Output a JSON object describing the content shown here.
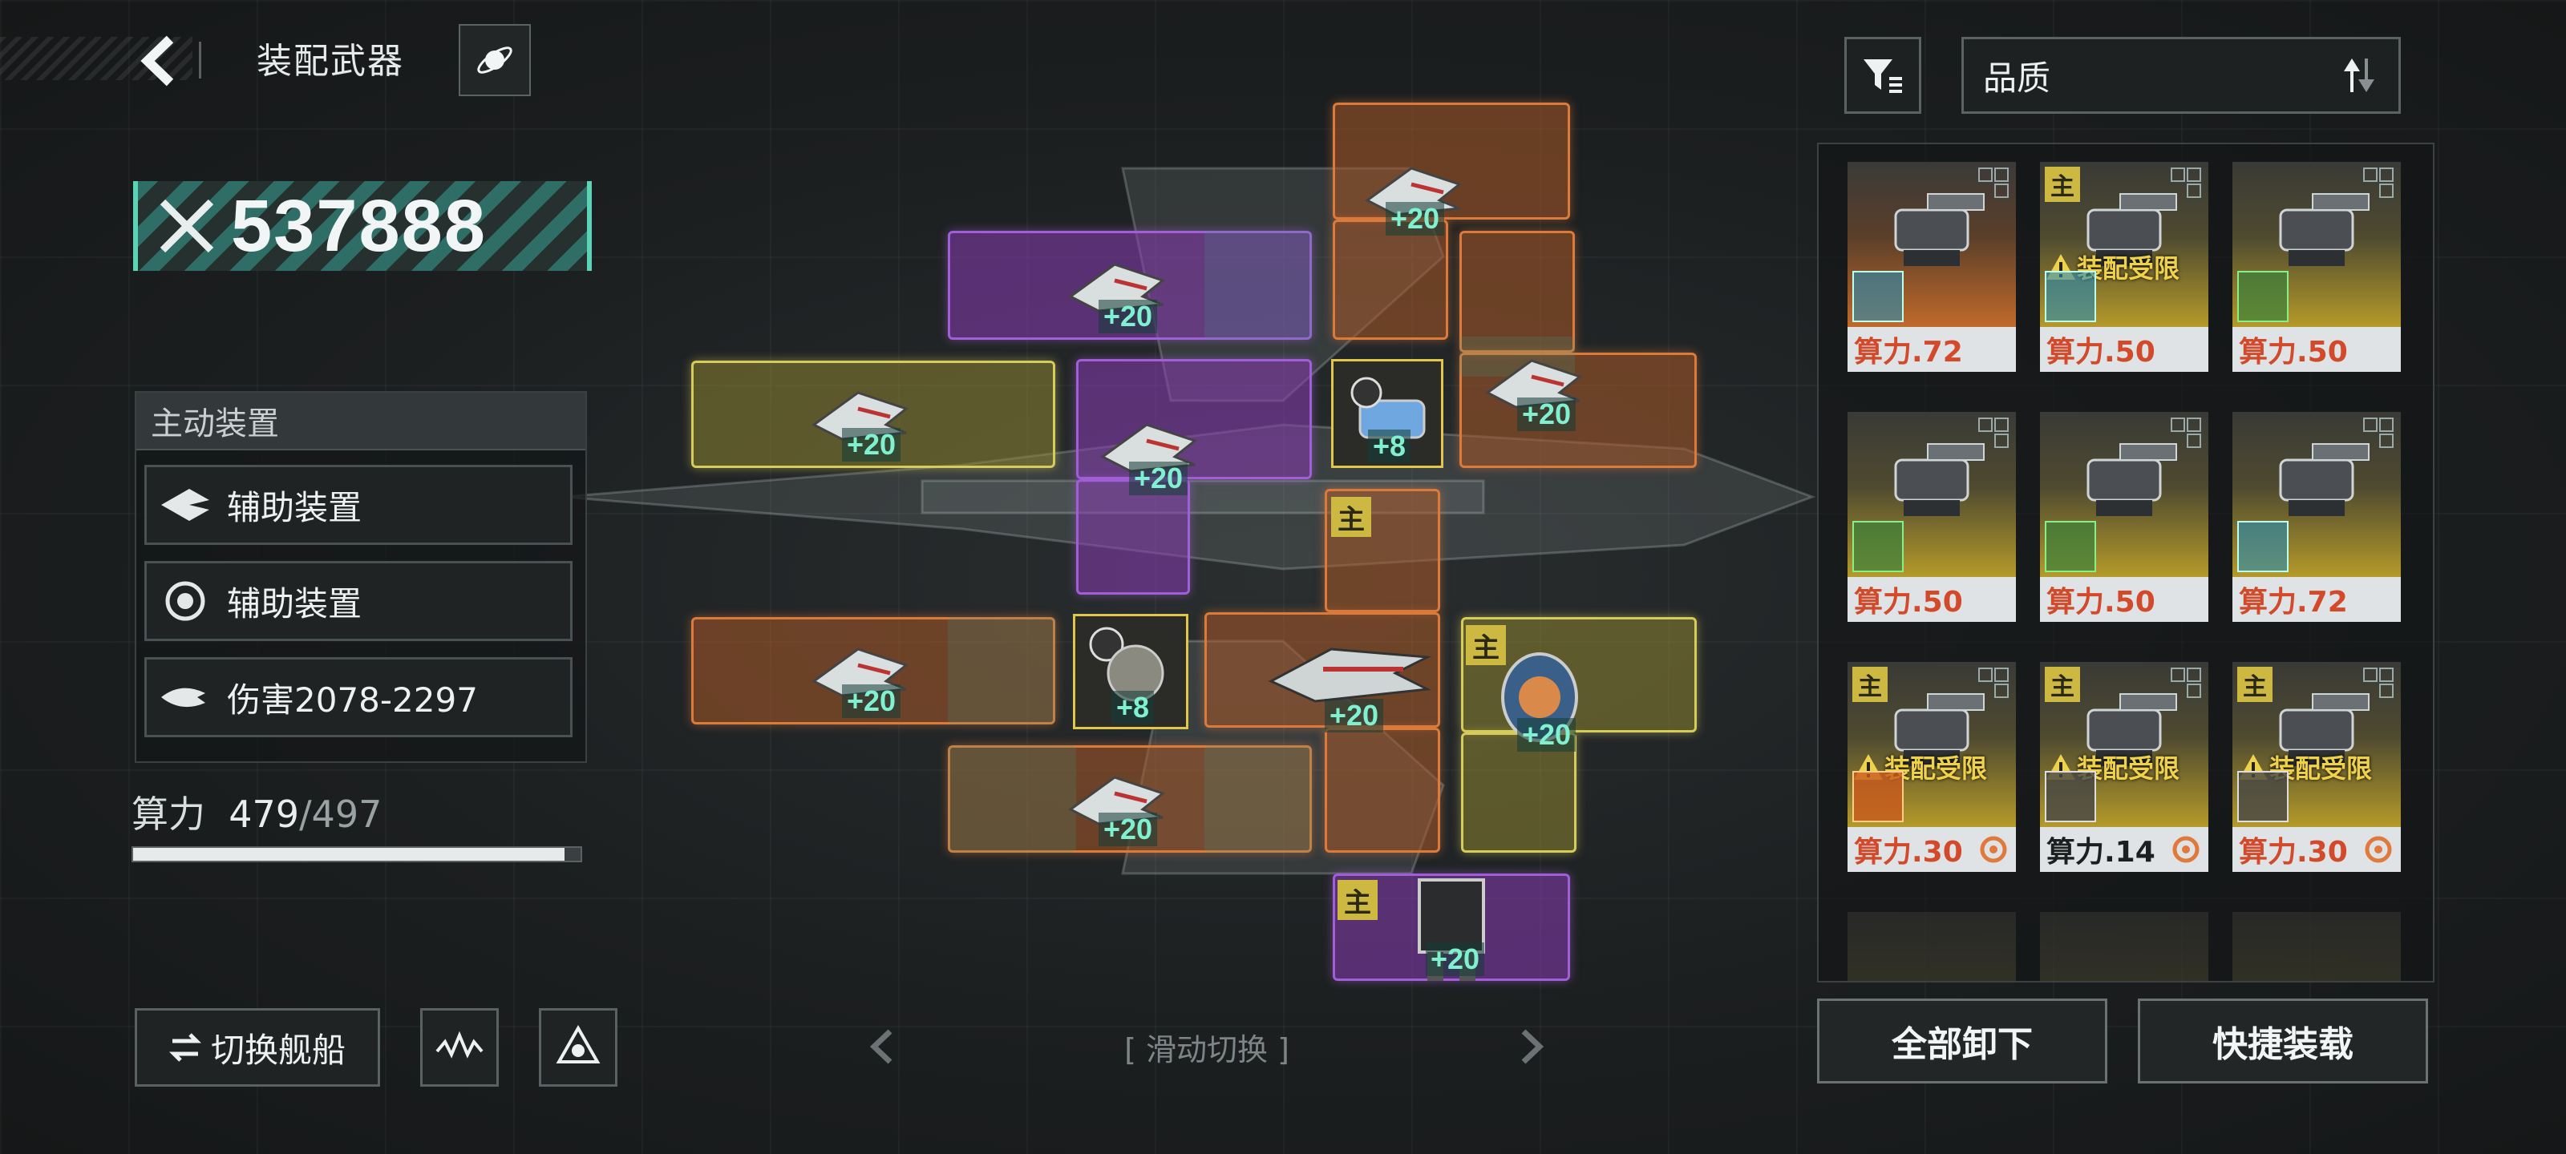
{
  "header": {
    "title": "装配武器"
  },
  "power": {
    "value": "537888"
  },
  "active_panel": {
    "title": "主动装置",
    "items": [
      {
        "label": "辅助装置",
        "icon": "fighter-icon"
      },
      {
        "label": "辅助装置",
        "icon": "target-icon"
      },
      {
        "label": "伤害2078-2297",
        "icon": "damage-icon"
      }
    ]
  },
  "compute": {
    "label": "算力",
    "used": "479",
    "total": "/497",
    "fraction": 0.964
  },
  "bottom_left": {
    "switch_label": "切换舰船"
  },
  "swipe": {
    "label": "[ 滑动切换 ]"
  },
  "slots": {
    "plus20": "+20",
    "plus8": "+8",
    "main_tag": "主"
  },
  "sort": {
    "label": "品质"
  },
  "inventory": [
    {
      "power": "算力.72",
      "color": "orange",
      "type": "blue",
      "tag": "",
      "warn": "",
      "gear": false,
      "dark": false
    },
    {
      "power": "算力.50",
      "color": "yellow",
      "type": "blue",
      "tag": "主",
      "warn": "装配受限",
      "gear": false,
      "dark": false
    },
    {
      "power": "算力.50",
      "color": "yellow",
      "type": "green",
      "tag": "",
      "warn": "",
      "gear": false,
      "dark": false
    },
    {
      "power": "算力.50",
      "color": "yellow",
      "type": "green",
      "tag": "",
      "warn": "",
      "gear": false,
      "dark": false
    },
    {
      "power": "算力.50",
      "color": "yellow",
      "type": "green",
      "tag": "",
      "warn": "",
      "gear": false,
      "dark": false
    },
    {
      "power": "算力.72",
      "color": "yellow",
      "type": "blue",
      "tag": "",
      "warn": "",
      "gear": false,
      "dark": false
    },
    {
      "power": "算力.30",
      "color": "yellow",
      "type": "orange",
      "tag": "主",
      "warn": "装配受限",
      "gear": true,
      "dark": false
    },
    {
      "power": "算力.14",
      "color": "yellow",
      "type": "white",
      "tag": "主",
      "warn": "装配受限",
      "gear": true,
      "dark": true
    },
    {
      "power": "算力.30",
      "color": "yellow",
      "type": "white",
      "tag": "主",
      "warn": "装配受限",
      "gear": true,
      "dark": false
    }
  ],
  "buttons": {
    "unload_all": "全部卸下",
    "quick_equip": "快捷装载"
  }
}
